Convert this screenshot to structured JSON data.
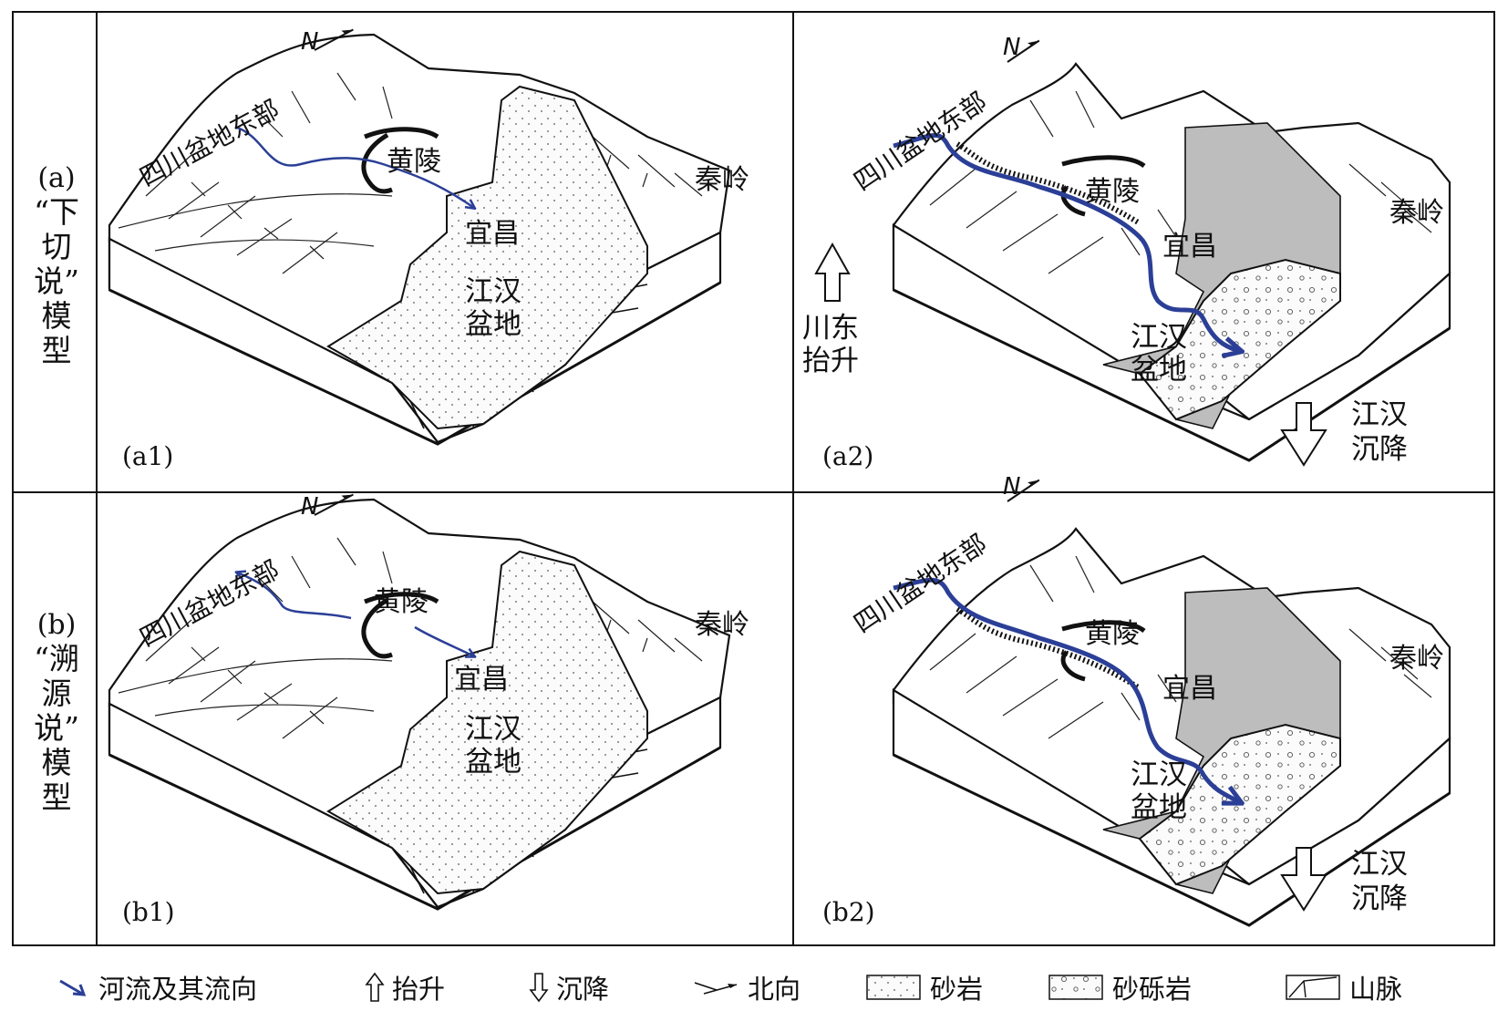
{
  "rows": [
    {
      "letter": "(a)",
      "quote_open": "“",
      "quote_close": "”",
      "model_chars": [
        "下",
        "切",
        "说",
        "模",
        "型"
      ]
    },
    {
      "letter": "(b)",
      "quote_open": "“",
      "quote_close": "”",
      "model_chars": [
        "溯",
        "源",
        "说",
        "模",
        "型"
      ]
    }
  ],
  "panels": {
    "a1": {
      "id": "(a1)",
      "north": "N",
      "sichuan": "四川盆地东部",
      "huangling": "黄陵",
      "yichang": "宜昌",
      "qinling": "秦岭",
      "basin_l1": "江汉",
      "basin_l2": "盆地"
    },
    "a2": {
      "id": "(a2)",
      "north": "N",
      "sichuan": "四川盆地东部",
      "huangling": "黄陵",
      "yichang": "宜昌",
      "qinling": "秦岭",
      "basin_l1": "江汉",
      "basin_l2": "盆地",
      "uplift_l1": "川东",
      "uplift_l2": "抬升",
      "subside_l1": "江汉",
      "subside_l2": "沉降"
    },
    "b1": {
      "id": "(b1)",
      "north": "N",
      "sichuan": "四川盆地东部",
      "huangling": "黄陵",
      "yichang": "宜昌",
      "qinling": "秦岭",
      "basin_l1": "江汉",
      "basin_l2": "盆地"
    },
    "b2": {
      "id": "(b2)",
      "north": "N",
      "sichuan": "四川盆地东部",
      "huangling": "黄陵",
      "yichang": "宜昌",
      "qinling": "秦岭",
      "basin_l1": "江汉",
      "basin_l2": "盆地",
      "subside_l1": "江汉",
      "subside_l2": "沉降"
    }
  },
  "colors": {
    "river": "#2b3f97",
    "gray_fill": "#bdbdbd",
    "line": "#111111"
  },
  "legend": [
    {
      "icon": "river-arrow-icon",
      "label": "河流及其流向"
    },
    {
      "icon": "uplift-arrow-icon",
      "label": "抬升"
    },
    {
      "icon": "subside-arrow-icon",
      "label": "沉降"
    },
    {
      "icon": "north-arrow-icon",
      "label": "北向"
    },
    {
      "icon": "sandstone-swatch-icon",
      "label": "砂岩"
    },
    {
      "icon": "conglomerate-swatch-icon",
      "label": "砂砾岩"
    },
    {
      "icon": "mountain-swatch-icon",
      "label": "山脉"
    }
  ]
}
